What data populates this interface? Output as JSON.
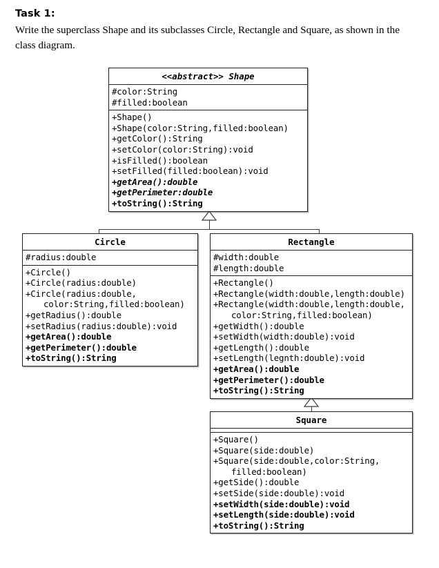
{
  "header": {
    "task_title": "Task 1:",
    "task_description": "Write the superclass Shape and its subclasses Circle, Rectangle and Square, as shown in the class diagram."
  },
  "diagram": {
    "type": "uml-class-diagram",
    "classes": [
      {
        "id": "shape",
        "name": "Shape",
        "stereotype": "<<abstract>>",
        "is_abstract": true,
        "attributes": [
          {
            "text": "#color:String",
            "style": "normal"
          },
          {
            "text": "#filled:boolean",
            "style": "normal"
          }
        ],
        "methods": [
          {
            "text": "+Shape()",
            "style": "normal"
          },
          {
            "text": "+Shape(color:String,filled:boolean)",
            "style": "normal"
          },
          {
            "text": "+getColor():String",
            "style": "normal"
          },
          {
            "text": "+setColor(color:String):void",
            "style": "normal"
          },
          {
            "text": "+isFilled():boolean",
            "style": "normal"
          },
          {
            "text": "+setFilled(filled:boolean):void",
            "style": "normal"
          },
          {
            "text": "+getArea():double",
            "style": "abstract"
          },
          {
            "text": "+getPerimeter:double",
            "style": "abstract"
          },
          {
            "text": "+toString():String",
            "style": "bold"
          }
        ]
      },
      {
        "id": "circle",
        "name": "Circle",
        "stereotype": "",
        "is_abstract": false,
        "attributes": [
          {
            "text": "#radius:double",
            "style": "normal"
          }
        ],
        "methods": [
          {
            "text": "+Circle()",
            "style": "normal"
          },
          {
            "text": "+Circle(radius:double)",
            "style": "normal"
          },
          {
            "text": "+Circle(radius:double,",
            "style": "normal"
          },
          {
            "text": "color:String,filled:boolean)",
            "style": "continuation"
          },
          {
            "text": "+getRadius():double",
            "style": "normal"
          },
          {
            "text": "+setRadius(radius:double):void",
            "style": "normal"
          },
          {
            "text": "+getArea():double",
            "style": "bold"
          },
          {
            "text": "+getPerimeter():double",
            "style": "bold"
          },
          {
            "text": "+toString():String",
            "style": "bold"
          }
        ]
      },
      {
        "id": "rectangle",
        "name": "Rectangle",
        "stereotype": "",
        "is_abstract": false,
        "attributes": [
          {
            "text": "#width:double",
            "style": "normal"
          },
          {
            "text": "#length:double",
            "style": "normal"
          }
        ],
        "methods": [
          {
            "text": "+Rectangle()",
            "style": "normal"
          },
          {
            "text": "+Rectangle(width:double,length:double)",
            "style": "normal"
          },
          {
            "text": "+Rectangle(width:double,length:double,",
            "style": "normal"
          },
          {
            "text": "color:String,filled:boolean)",
            "style": "continuation"
          },
          {
            "text": "+getWidth():double",
            "style": "normal"
          },
          {
            "text": "+setWidth(width:double):void",
            "style": "normal"
          },
          {
            "text": "+getLength():double",
            "style": "normal"
          },
          {
            "text": "+setLength(legnth:double):void",
            "style": "normal"
          },
          {
            "text": "+getArea():double",
            "style": "bold"
          },
          {
            "text": "+getPerimeter():double",
            "style": "bold"
          },
          {
            "text": "+toString():String",
            "style": "bold"
          }
        ]
      },
      {
        "id": "square",
        "name": "Square",
        "stereotype": "",
        "is_abstract": false,
        "attributes": [],
        "methods": [
          {
            "text": "+Square()",
            "style": "normal"
          },
          {
            "text": "+Square(side:double)",
            "style": "normal"
          },
          {
            "text": "+Square(side:double,color:String,",
            "style": "normal"
          },
          {
            "text": "filled:boolean)",
            "style": "continuation"
          },
          {
            "text": "+getSide():double",
            "style": "normal"
          },
          {
            "text": "+setSide(side:double):void",
            "style": "normal"
          },
          {
            "text": "+setWidth(side:double):void",
            "style": "bold"
          },
          {
            "text": "+setLength(side:double):void",
            "style": "bold"
          },
          {
            "text": "+toString():String",
            "style": "bold"
          }
        ]
      }
    ],
    "relationships": [
      {
        "type": "generalization",
        "from": "Circle",
        "to": "Shape"
      },
      {
        "type": "generalization",
        "from": "Rectangle",
        "to": "Shape"
      },
      {
        "type": "generalization",
        "from": "Square",
        "to": "Rectangle"
      }
    ]
  },
  "colors": {
    "page_background": "#ffffff",
    "text": "#000000",
    "box_border": "#231f20",
    "connector": "#3b3b3b"
  }
}
